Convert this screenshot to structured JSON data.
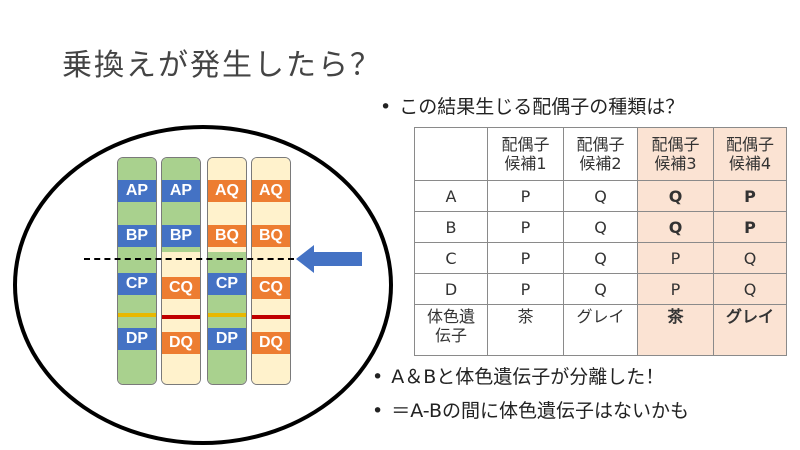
{
  "slide": {
    "title": "乗換えが発生したら？",
    "question": "この結果生じる配偶子の種類は？",
    "conclusions": [
      "A＆Bと体色遺伝子が分離した！",
      "＝A-Bの間に体色遺伝子はないかも"
    ]
  },
  "table": {
    "headers": [
      "",
      "配偶子\n候補1",
      "配偶子\n候補2",
      "配偶子\n候補3",
      "配偶子\n候補4"
    ],
    "rows": [
      [
        "A",
        "P",
        "Q",
        "Q",
        "P"
      ],
      [
        "B",
        "P",
        "Q",
        "Q",
        "P"
      ],
      [
        "C",
        "P",
        "Q",
        "P",
        "Q"
      ],
      [
        "D",
        "P",
        "Q",
        "P",
        "Q"
      ],
      [
        "体色遺\n伝子",
        "茶",
        "グレイ",
        "茶",
        "グレイ"
      ]
    ],
    "highlight_color": "#fbe3d3"
  },
  "diagram": {
    "chromosomes": [
      {
        "bg_top": "#a9d18e",
        "bg_bottom": "#a9d18e",
        "labels": [
          "AP",
          "BP",
          "CP",
          "DP"
        ]
      },
      {
        "bg_top": "#a9d18e",
        "bg_bottom": "#fff2cc",
        "labels": [
          "AP",
          "BP",
          "CQ",
          "DQ"
        ]
      },
      {
        "bg_top": "#fff2cc",
        "bg_bottom": "#a9d18e",
        "labels": [
          "AQ",
          "BQ",
          "CP",
          "DP"
        ]
      },
      {
        "bg_top": "#fff2cc",
        "bg_bottom": "#fff2cc",
        "labels": [
          "AQ",
          "BQ",
          "CQ",
          "DQ"
        ]
      }
    ],
    "colors": {
      "p_band": "#4472c4",
      "q_band": "#ed7d31",
      "green": "#a9d18e",
      "cream": "#fff2cc",
      "arrow": "#4472c4"
    }
  }
}
